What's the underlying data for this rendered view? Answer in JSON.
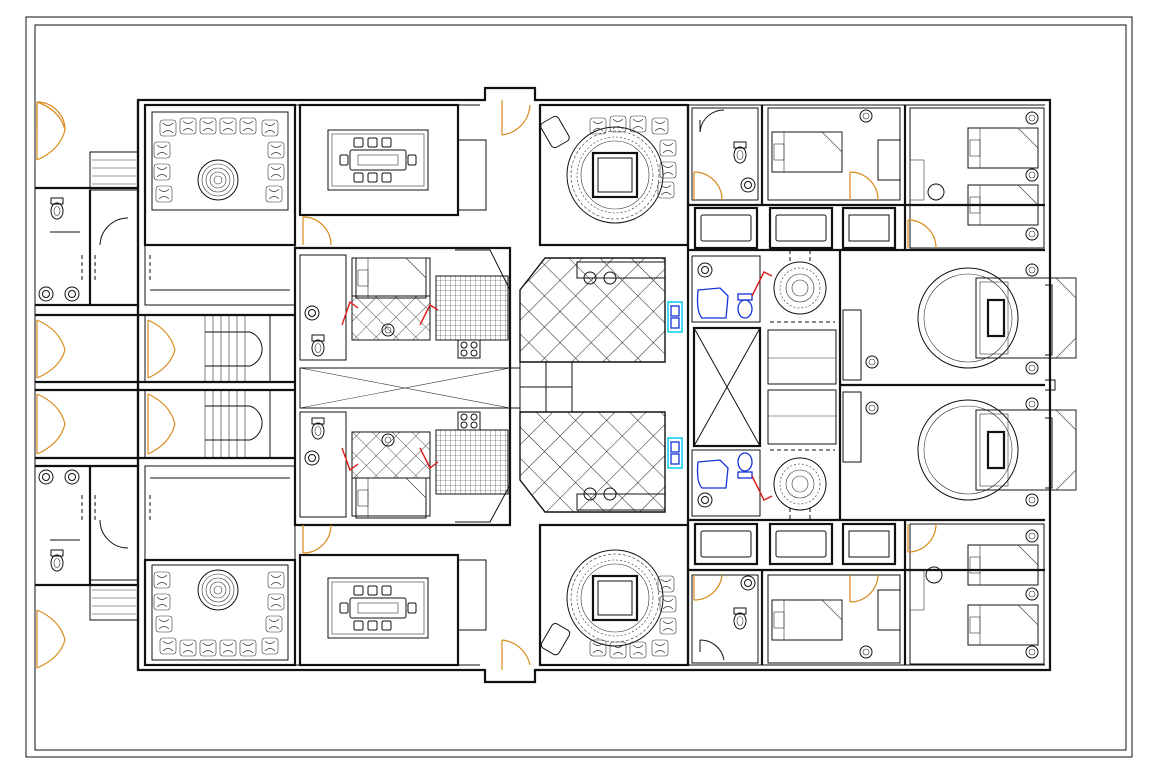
{
  "drawing": {
    "kind": "architectural-floor-plan",
    "colors": {
      "wall": "#111111",
      "door_swing": "#d98a1c",
      "door_swing_inner": "#e01b1b",
      "sanitary": "#1433d6",
      "sink": "#15d0f0",
      "background": "#ffffff"
    },
    "units": 2,
    "rooms": [
      "living-room-majlis",
      "dining-room",
      "lounge-round-rug",
      "kitchen",
      "staircase",
      "bathroom",
      "bedroom-single",
      "bedroom-twin",
      "master-bedroom",
      "lift-shaft",
      "entrance-porch"
    ]
  }
}
